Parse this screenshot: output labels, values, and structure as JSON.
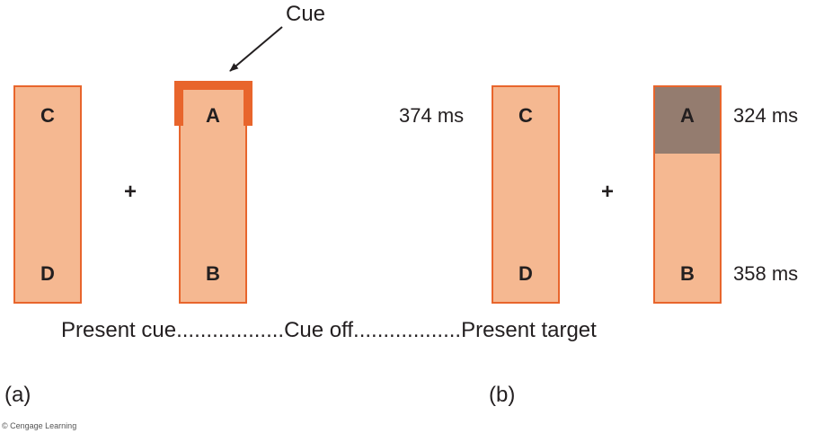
{
  "cue_label": "Cue",
  "panel_a": {
    "left_rect": {
      "top_letter": "C",
      "bottom_letter": "D"
    },
    "fixation": "+",
    "right_rect": {
      "top_letter": "A",
      "bottom_letter": "B"
    }
  },
  "panel_b": {
    "left_rect": {
      "top_letter": "C",
      "bottom_letter": "D",
      "time": "374 ms"
    },
    "fixation": "+",
    "right_rect": {
      "top_letter": "A",
      "bottom_letter": "B",
      "top_time": "324 ms",
      "bottom_time": "358 ms"
    }
  },
  "sequence_caption": "Present cue..................Cue off..................Present target",
  "panel_labels": {
    "a": "(a)",
    "b": "(b)"
  },
  "credit": "© Cengage Learning",
  "colors": {
    "rect_fill": "#f5b891",
    "rect_border": "#e8652c",
    "cue_bracket": "#e8652c",
    "target_shade": "#947c6f",
    "text": "#231f20"
  }
}
